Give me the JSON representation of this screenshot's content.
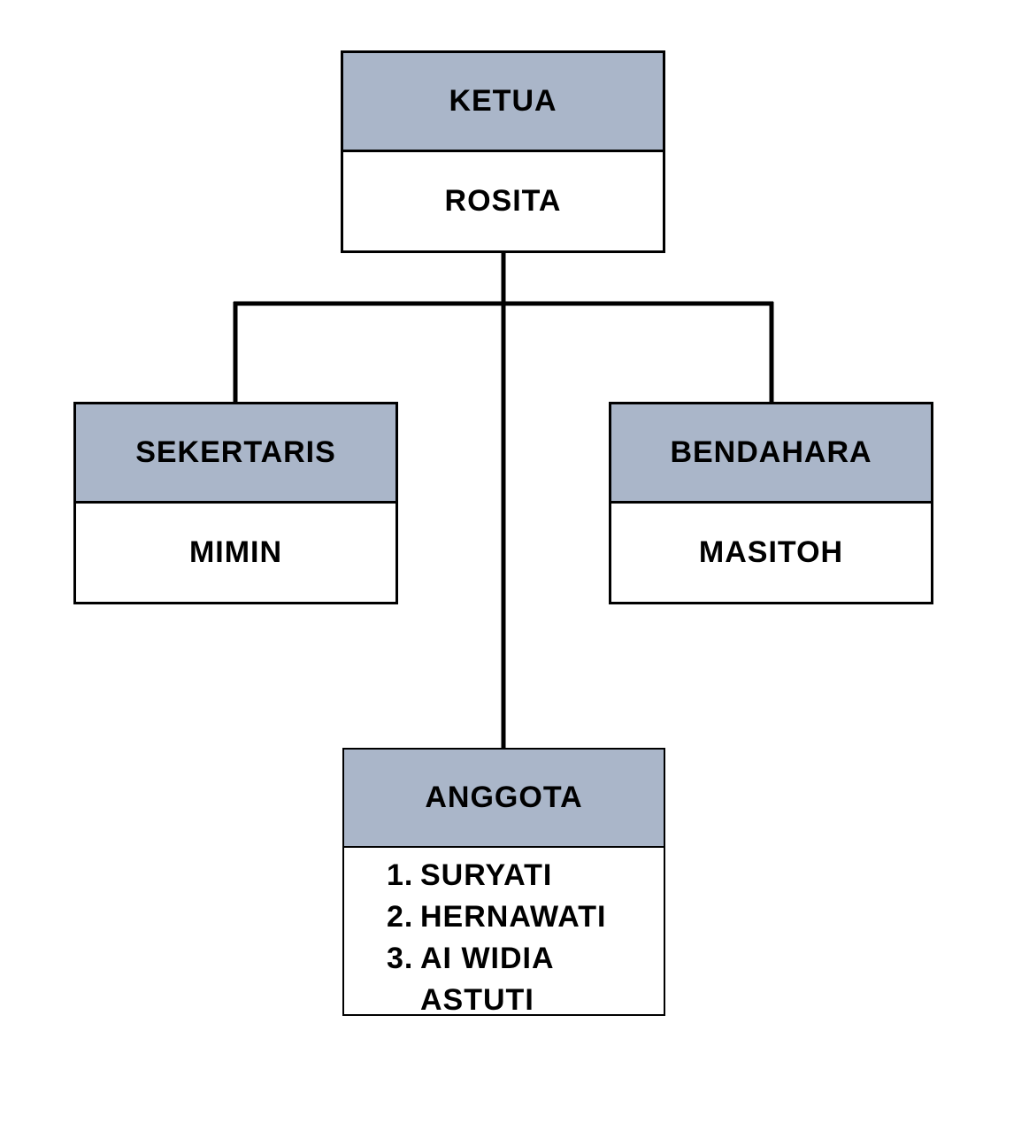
{
  "ketua": {
    "title": "KETUA",
    "name": "ROSITA"
  },
  "sekertaris": {
    "title": "SEKERTARIS",
    "name": "MIMIN"
  },
  "bendahara": {
    "title": "BENDAHARA",
    "name": "MASITOH"
  },
  "anggota": {
    "title": "ANGGOTA",
    "members": [
      {
        "number": "1.",
        "name": "SURYATI"
      },
      {
        "number": "2.",
        "name": "HERNAWATI"
      },
      {
        "number": "3.",
        "name": "AI WIDIA ASTUTI"
      }
    ]
  },
  "colors": {
    "header_fill": "#aab6c9",
    "line": "#000000"
  }
}
